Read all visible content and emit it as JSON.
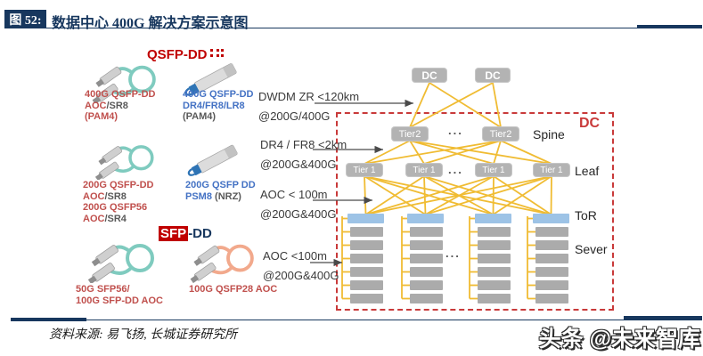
{
  "figure_header": {
    "tag": "图 52:",
    "title": "数据中心 400G 解决方案示意图"
  },
  "left_panel": {
    "qsfp_dd_header": "QSFP-DD",
    "sfp_dd_header_box": "SFP",
    "sfp_dd_header_rest": "-DD",
    "modules": [
      {
        "icon": "aoc-cable-teal",
        "lines": [
          [
            {
              "t": "400G QSFP-DD",
              "c": "red"
            }
          ],
          [
            {
              "t": "AOC",
              "c": "red"
            },
            {
              "t": "/SR8",
              "c": "gray"
            }
          ],
          [
            {
              "t": "(PAM4)",
              "c": "red"
            }
          ]
        ]
      },
      {
        "icon": "optical-module",
        "lines": [
          [
            {
              "t": "400G QSFP-DD",
              "c": "blue"
            }
          ],
          [
            {
              "t": "DR4/FR8/LR8",
              "c": "blue"
            }
          ],
          [
            {
              "t": "(PAM4)",
              "c": "gray"
            }
          ]
        ]
      },
      {
        "icon": "aoc-cable-teal",
        "lines": [
          [
            {
              "t": "200G QSFP-DD",
              "c": "red"
            }
          ],
          [
            {
              "t": "AOC",
              "c": "red"
            },
            {
              "t": "/SR8",
              "c": "gray"
            }
          ],
          [
            {
              "t": "200G QSFP56",
              "c": "red"
            }
          ],
          [
            {
              "t": "AOC",
              "c": "red"
            },
            {
              "t": "/SR4",
              "c": "gray"
            }
          ]
        ]
      },
      {
        "icon": "optical-module",
        "lines": [
          [
            {
              "t": "200G QSFP DD",
              "c": "blue"
            }
          ],
          [
            {
              "t": "PSM8",
              "c": "blue"
            },
            {
              "t": " (NRZ)",
              "c": "gray"
            }
          ]
        ]
      },
      {
        "icon": "aoc-cable-teal",
        "lines": [
          [
            {
              "t": "50G SFP56/",
              "c": "red"
            }
          ],
          [
            {
              "t": "100G SFP-DD AOC",
              "c": "red"
            }
          ]
        ]
      },
      {
        "icon": "aoc-cable-orange",
        "lines": [
          [
            {
              "t": "100G QSFP28 AOC",
              "c": "red"
            }
          ]
        ]
      }
    ]
  },
  "links": [
    {
      "distance": "DWDM ZR <120km",
      "rate": "@200G/400G"
    },
    {
      "distance": "DR4 / FR8 <2km",
      "rate": "@200G&400G"
    },
    {
      "distance": "AOC < 100m",
      "rate": "@200G&400G"
    },
    {
      "distance": "AOC <100m",
      "rate": "@200G&400G"
    }
  ],
  "diagram": {
    "dc_zone_label": "DC",
    "dc_boxes": [
      "DC",
      "DC"
    ],
    "spine_boxes": [
      "Tier2",
      "Tier2"
    ],
    "leaf_boxes": [
      "Tier 1",
      "Tier 1",
      "Tier 1",
      "Tier 1"
    ],
    "row_labels": [
      "Spine",
      "Leaf",
      "ToR",
      "Sever"
    ],
    "ellipsis": "...",
    "rack_count": 4,
    "servers_per_rack": 6
  },
  "footer": {
    "source": "资料来源: 易飞扬, 长城证券研究所",
    "watermark": "头条 @未来智库"
  },
  "colors": {
    "navy": "#17375E",
    "header_red": "#C00000",
    "label_red": "#C0504D",
    "label_blue": "#4472C4",
    "label_gray": "#595959",
    "line_yellow": "#F0BC33",
    "dashed_red": "#C93A3A",
    "box_gray": "#B3B3B3",
    "tor_blue": "#9DC3E6",
    "server_gray": "#ABABAB"
  }
}
